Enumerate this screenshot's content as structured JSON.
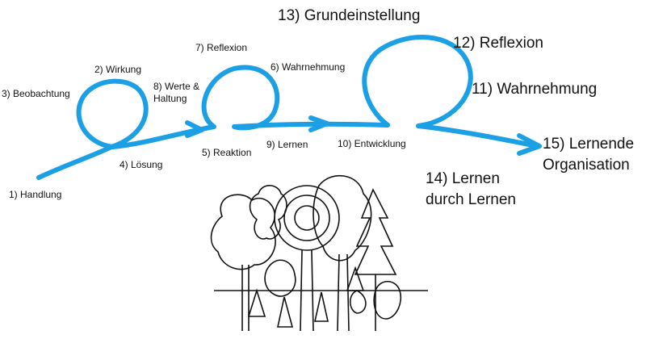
{
  "diagram": {
    "stroke_color": "#1ba0e6",
    "labels": {
      "handlung": "1) Handlung",
      "wirkung": "2) Wirkung",
      "beobachtung": "3) Beobachtung",
      "loesung": "4) Lösung",
      "reaktion": "5) Reaktion",
      "wahrnehmung_small": "6) Wahrnehmung",
      "reflexion_small": "7)  Reflexion",
      "werte_line1": "8) Werte &",
      "werte_line2": "Haltung",
      "lernen": "9) Lernen",
      "entwicklung": "10) Entwicklung",
      "wahrnehmung_big": "11) Wahrnehmung",
      "reflexion_big": "12) Reflexion",
      "grundeinstellung": "13) Grundeinstellung",
      "lernen_durch_line1": "14) Lernen",
      "lernen_durch_line2": "durch Lernen",
      "organisation_line1": "15) Lernende",
      "organisation_line2": "Organisation"
    },
    "illustration": "forest-sketch"
  }
}
